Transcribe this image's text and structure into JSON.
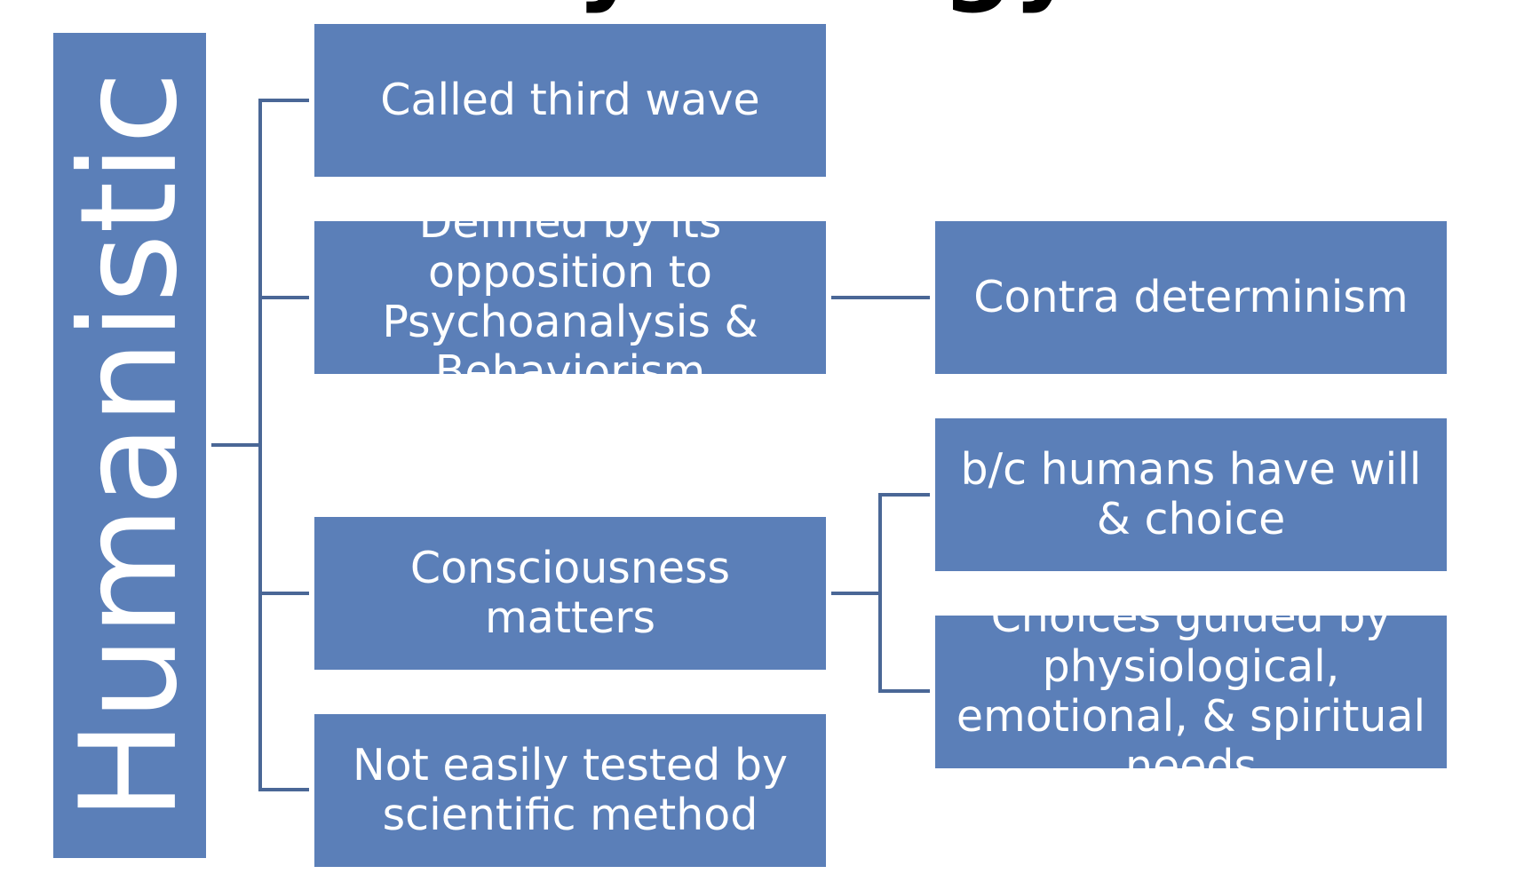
{
  "title": "Psychology",
  "root": "Humanistic",
  "level1": [
    "Called third wave",
    "Defined by its opposition to Psychoanalysis & Behaviorism",
    "Consciousness matters",
    "Not easily tested by scientific method"
  ],
  "level2": [
    "Contra determinism",
    "b/c humans have will & choice",
    "Choices guided by physiological, emotional, & spiritual needs"
  ],
  "colors": {
    "box": "#5b7fb8",
    "line": "#4a6796",
    "text": "#ffffff"
  }
}
